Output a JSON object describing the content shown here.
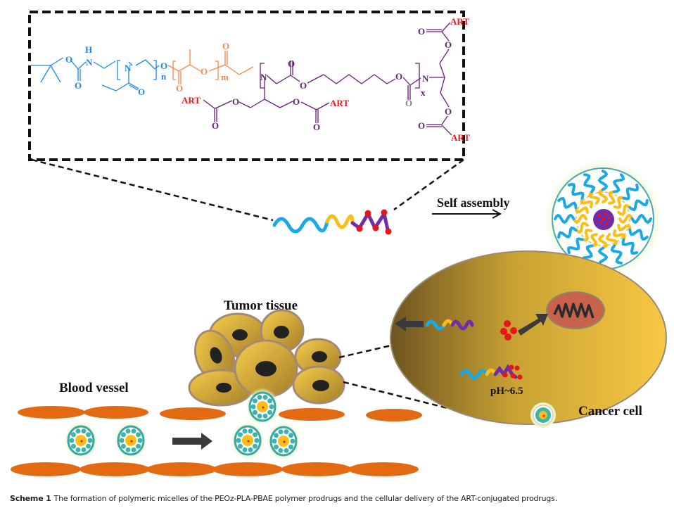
{
  "structure": {
    "peoz_atoms": [
      "O",
      "H",
      "N",
      "O",
      "N",
      "O",
      "O"
    ],
    "peoz_repeat": "n",
    "pla_atoms": [
      "O",
      "O",
      "O"
    ],
    "pla_repeat": "m",
    "pbae_atoms": [
      "N",
      "O",
      "O",
      "O",
      "O",
      "O",
      "O",
      "O",
      "O",
      "N",
      "O",
      "O",
      "O",
      "O"
    ],
    "pbae_repeat": "x",
    "drug_label": "ART",
    "drug_count": 4
  },
  "labels": {
    "self_assembly": "Self assembly",
    "tumor_tissue": "Tumor tissue",
    "blood_vessel": "Blood vessel",
    "ph": "pH~6.5",
    "cancer_cell": "Cancer cell"
  },
  "caption": {
    "prefix": "Scheme 1",
    "text": "The formation of polymeric micelles of the PEOz-PLA-PBAE polymer prodrugs and the cellular delivery of the ART-conjugated prodrugs."
  },
  "colors": {
    "peoz": "#1e88e5",
    "pla": "#f08a4b",
    "pbae": "#6a1b7a",
    "art": "#e8151b",
    "chain_blue": "#19a9e6",
    "chain_yellow": "#fbbd18",
    "chain_purple": "#6f2da8",
    "vessel": "#e26a12",
    "cell_fill": "#f0c040",
    "cell_dark": "#7a5c1a",
    "nucleus": "#222222",
    "mito": "#c9624a",
    "arrow": "#3a3a3a"
  }
}
